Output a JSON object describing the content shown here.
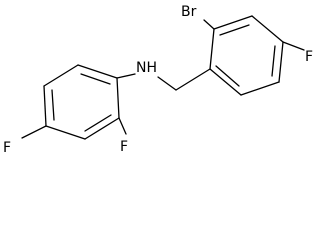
{
  "molecule": {
    "atoms": {
      "bromine": "Br",
      "amine": "NH",
      "fluorine_benzyl": "F",
      "fluorine_para": "F",
      "fluorine_ortho": "F"
    }
  },
  "colors": {
    "bond": "#000000",
    "text": "#000000",
    "background": "#ffffff"
  }
}
